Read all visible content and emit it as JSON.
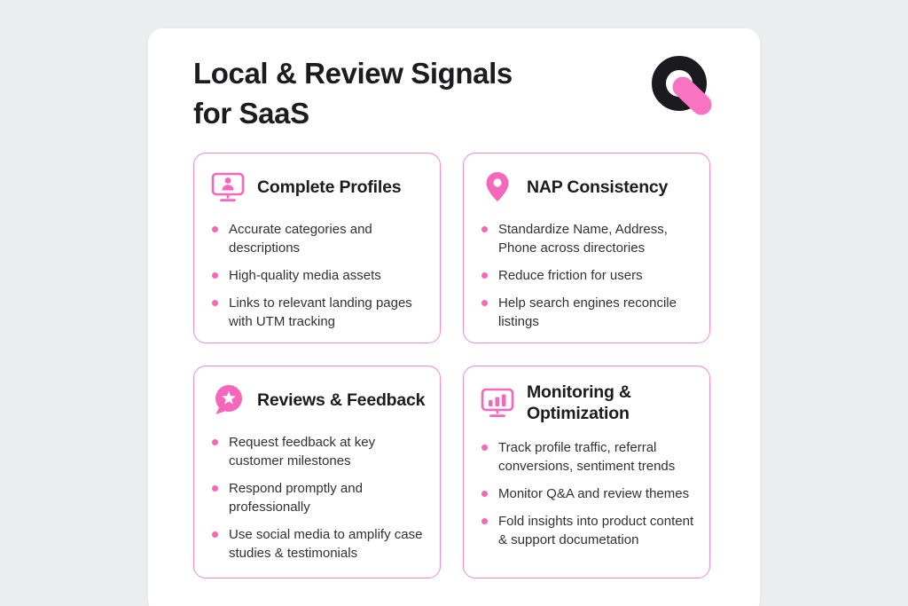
{
  "colors": {
    "background": "#ECEDEF",
    "panel": "#FFFFFF",
    "accent_pink": "#F666BB",
    "border_pink": "#F78CC8",
    "logo_black": "#1B1B1F",
    "logo_pink": "#F874C2",
    "title_text": "#1C1C20",
    "body_text": "#2F3136"
  },
  "header": {
    "title_line1": "Local & Review Signals",
    "title_line2": "for SaaS",
    "logo": "q-logo"
  },
  "cards": [
    {
      "icon": "profile-monitor-icon",
      "title": "Complete Profiles",
      "bullets": [
        "Accurate categories and descriptions",
        "High-quality media assets",
        "Links to relevant landing pages with UTM tracking"
      ]
    },
    {
      "icon": "map-pin-icon",
      "title": "NAP Consistency",
      "bullets": [
        "Standardize Name, Address, Phone across directories",
        "Reduce friction for users",
        "Help search engines reconcile listings"
      ]
    },
    {
      "icon": "chat-star-icon",
      "title": "Reviews & Feedback",
      "bullets": [
        "Request feedback at key customer milestones",
        "Respond promptly and professionally",
        "Use social media to amplify case studies & testimonials"
      ]
    },
    {
      "icon": "bar-chart-monitor-icon",
      "title": "Monitoring & Optimization",
      "bullets": [
        "Track profile traffic, referral conversions, sentiment trends",
        "Monitor Q&A and review themes",
        "Fold insights into product content & support documetation"
      ]
    }
  ]
}
